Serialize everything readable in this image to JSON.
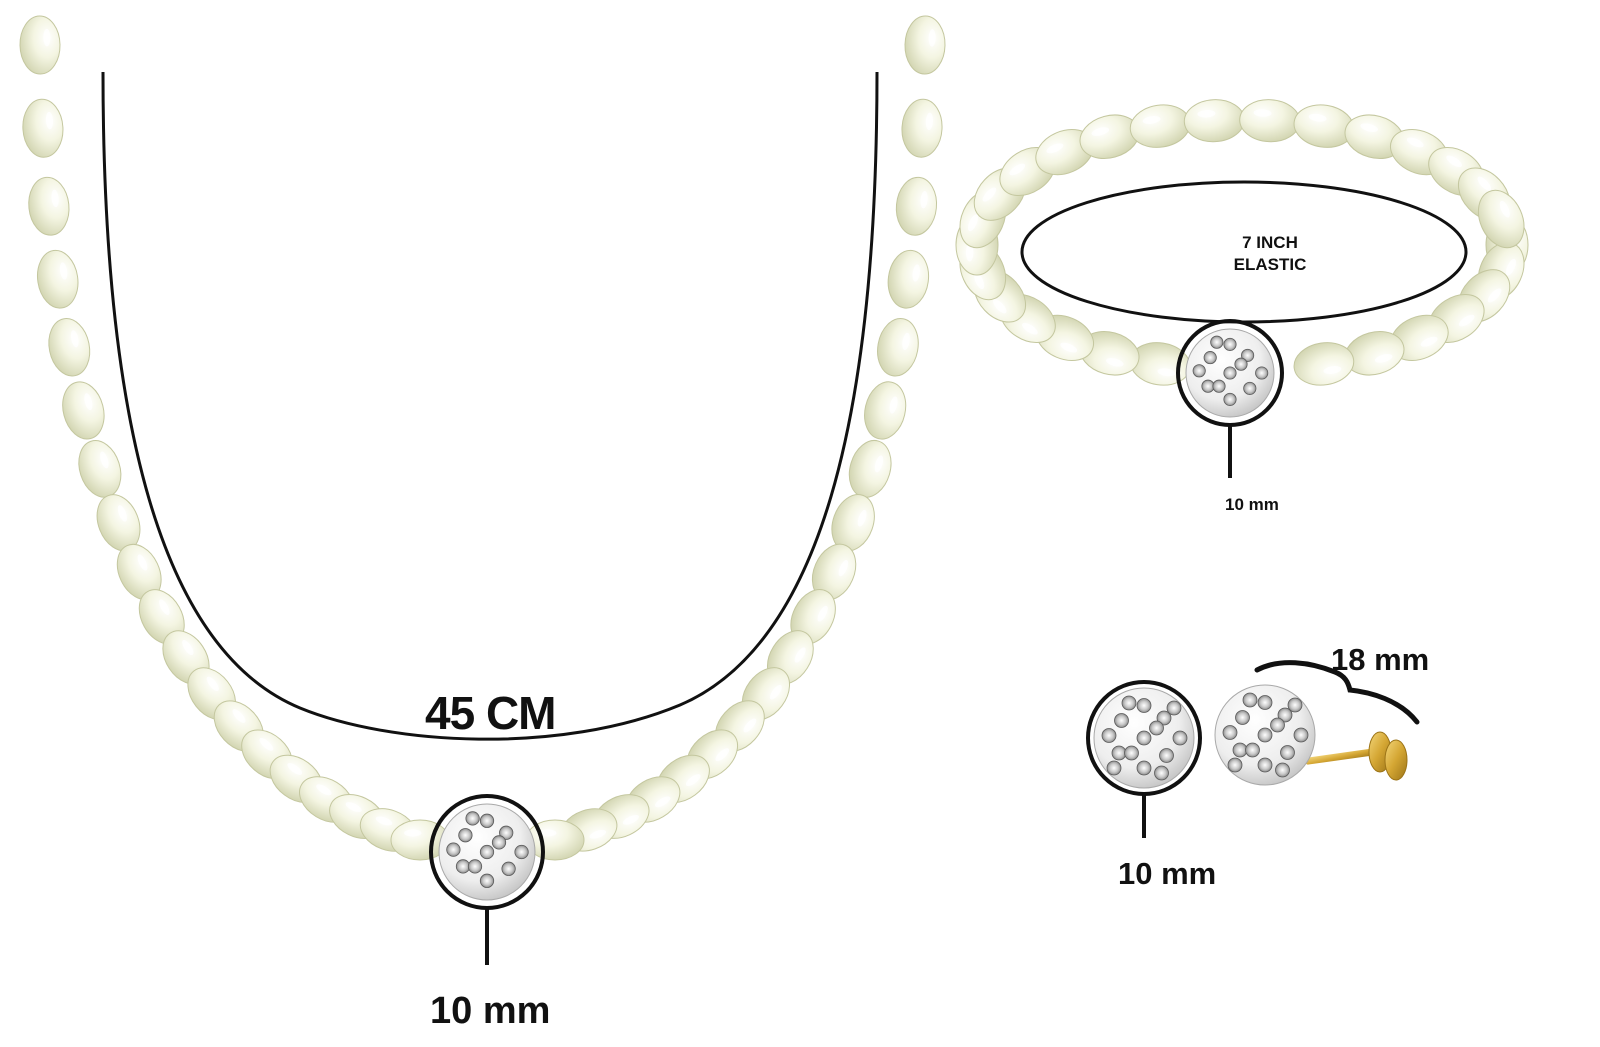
{
  "necklace": {
    "length_label": "45 CM",
    "ball_size_label": "10 mm"
  },
  "bracelet": {
    "size_line1": "7 INCH",
    "size_line2": "ELASTIC",
    "ball_size_label": "10 mm"
  },
  "earrings": {
    "ball_size_label": "10 mm",
    "length_label": "18 mm"
  },
  "colors": {
    "pearl": "#f4f5e2",
    "pearl_shade": "#d9dcbb",
    "line": "#111111",
    "gold": "#d4a633",
    "background": "#ffffff"
  }
}
